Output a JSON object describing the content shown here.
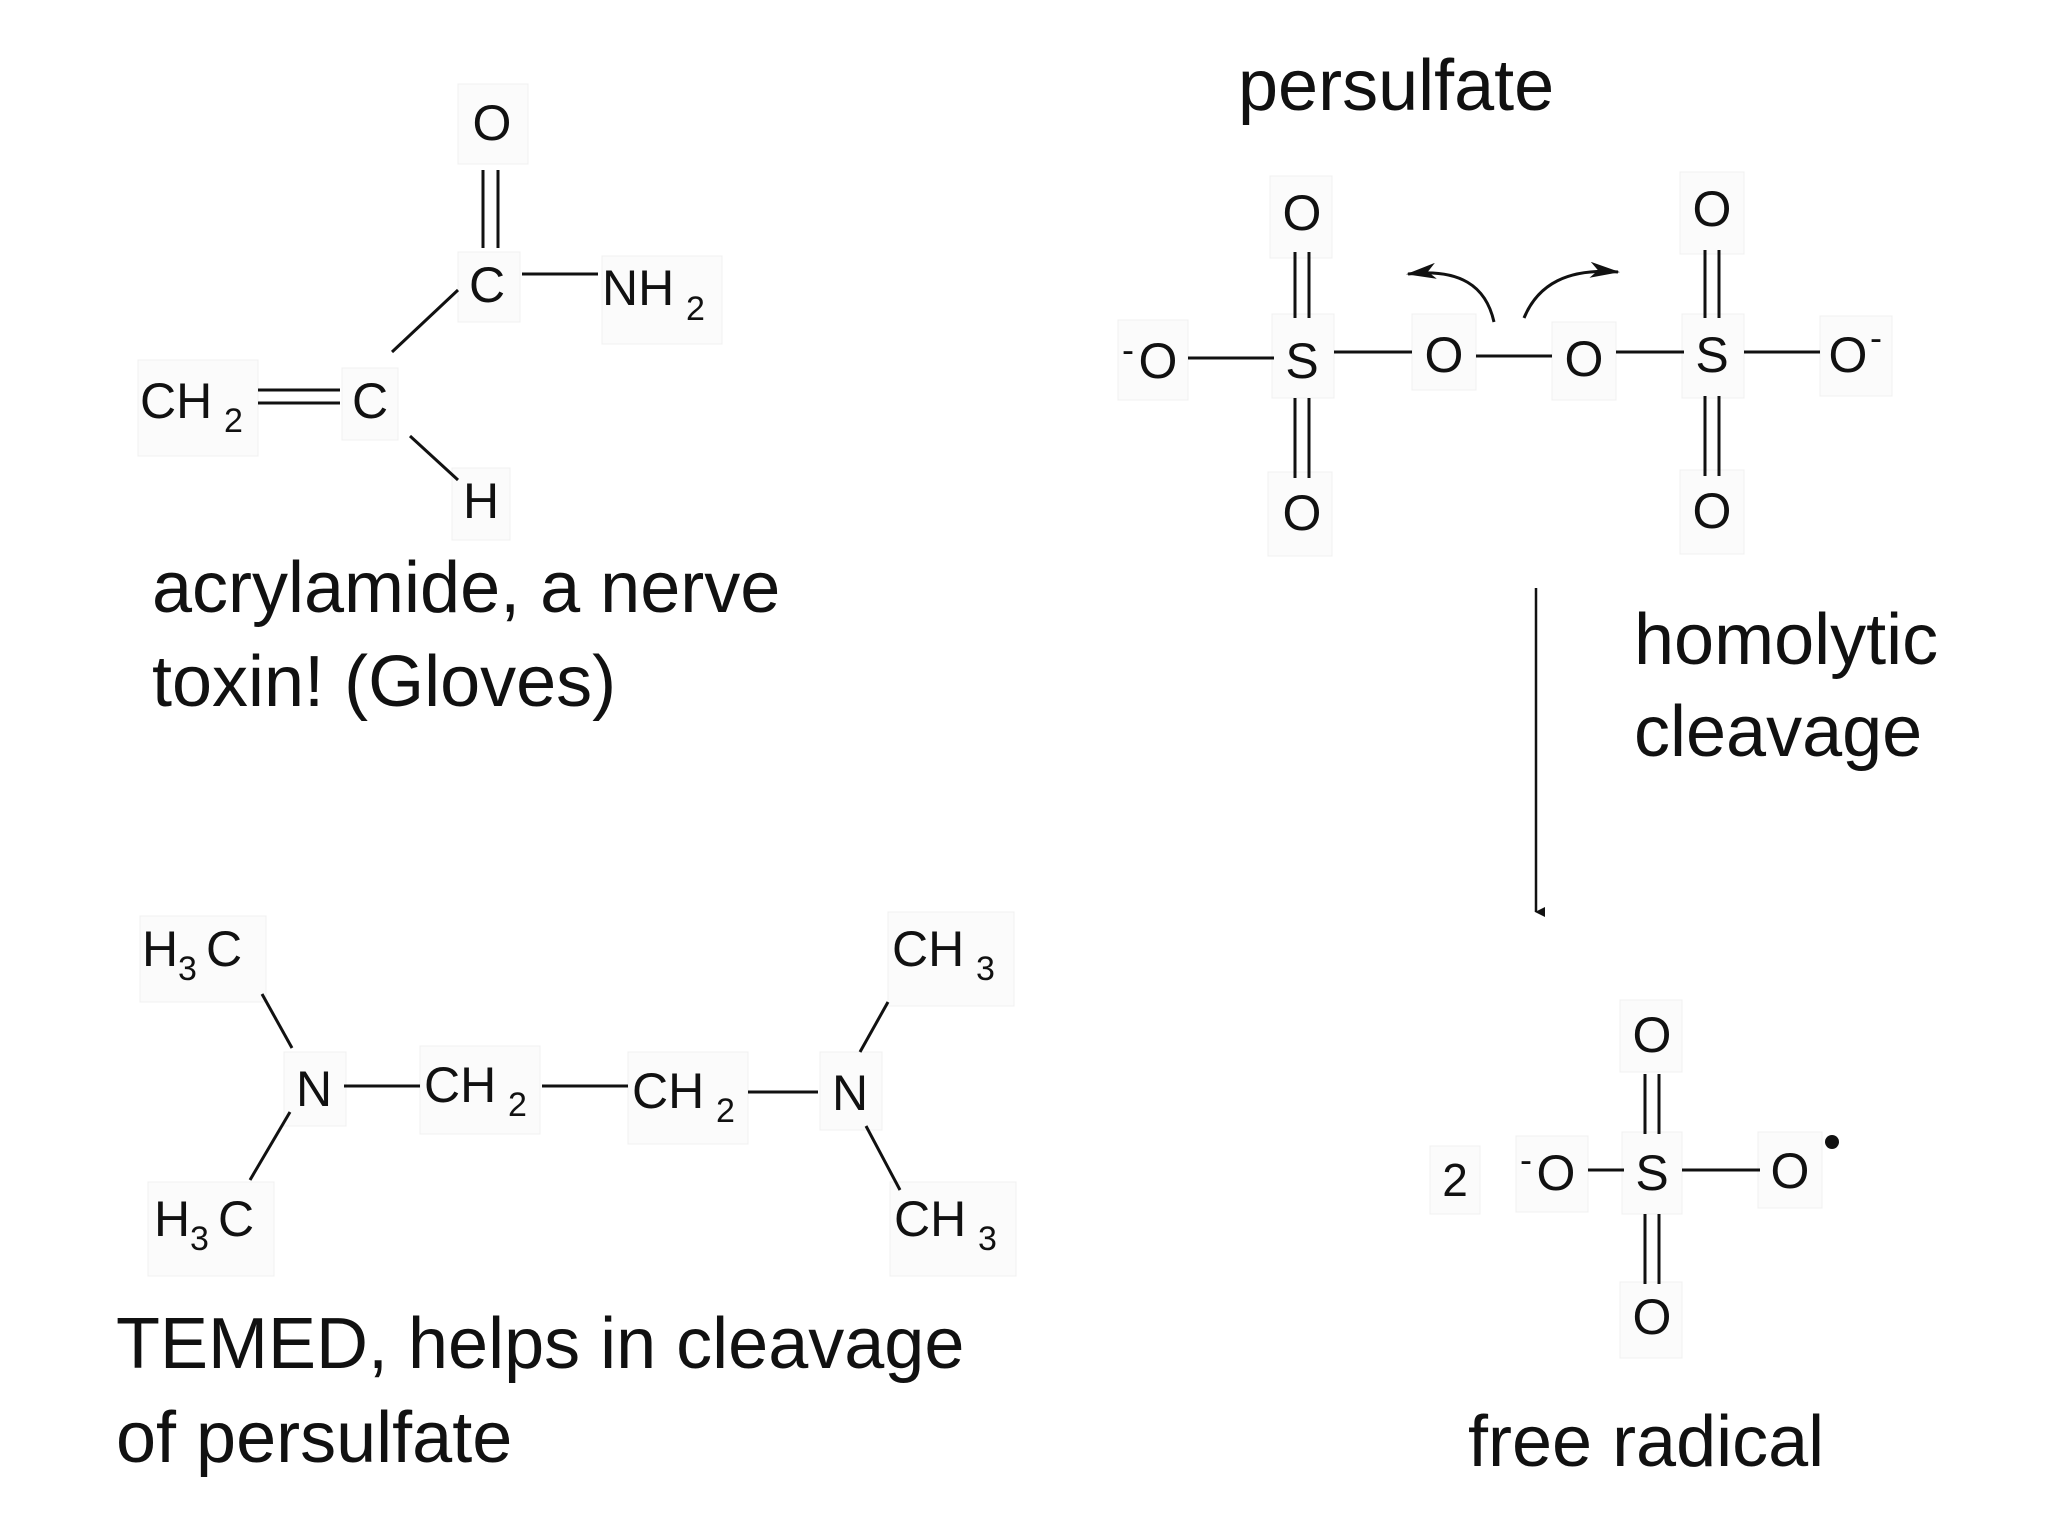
{
  "acrylamide": {
    "atoms": {
      "o": "O",
      "c1": "C",
      "nh2": "NH",
      "nh2_sub": "2",
      "ch2": "CH",
      "ch2_sub": "2",
      "c2": "C",
      "h": "H"
    },
    "caption_line1": "acrylamide, a nerve",
    "caption_line2": "toxin! (Gloves)"
  },
  "temed": {
    "atoms": {
      "h3c_top_a": "H",
      "h3c_top_sub": "3",
      "h3c_top_b": "C",
      "h3c_bot_a": "H",
      "h3c_bot_sub": "3",
      "h3c_bot_b": "C",
      "n_left": "N",
      "ch2_a": "CH",
      "ch2_a_sub": "2",
      "ch2_b": "CH",
      "ch2_b_sub": "2",
      "n_right": "N",
      "ch3_top": "CH",
      "ch3_top_sub": "3",
      "ch3_bot": "CH",
      "ch3_bot_sub": "3"
    },
    "caption_line1": "TEMED, helps in cleavage",
    "caption_line2": "of persulfate"
  },
  "persulfate": {
    "title": "persulfate",
    "atoms": {
      "o_left_minus": "-",
      "o_left": "O",
      "s_left": "S",
      "o_bridge_left": "O",
      "o_bridge_right": "O",
      "s_right": "S",
      "o_right": "O",
      "o_right_minus": "-",
      "o_top_left": "O",
      "o_bot_left": "O",
      "o_top_right": "O",
      "o_bot_right": "O"
    }
  },
  "reaction": {
    "label_line1": "homolytic",
    "label_line2": "cleavage"
  },
  "radical": {
    "coefficient": "2",
    "atoms": {
      "o_minus": "-",
      "o_left": "O",
      "s": "S",
      "o_right": "O",
      "o_top": "O",
      "o_bot": "O"
    },
    "caption": "free radical"
  }
}
